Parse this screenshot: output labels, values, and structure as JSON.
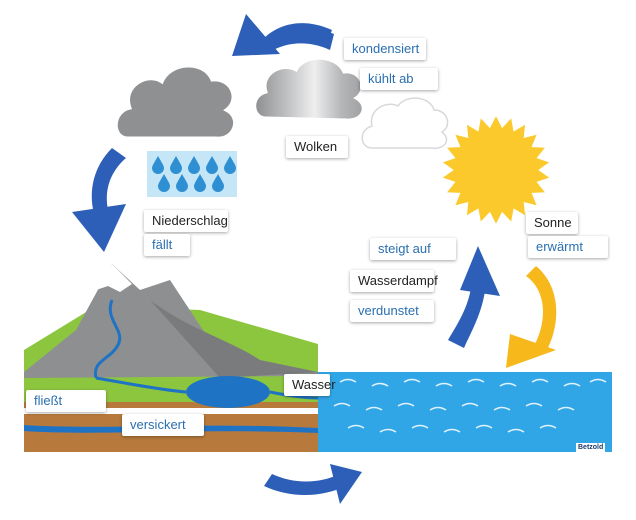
{
  "colors": {
    "arrow_blue": "#2e5fb8",
    "arrow_yellow": "#f6b81a",
    "sun": "#fbc92b",
    "cloud_dark": "#8f9092",
    "cloud_light": "#ffffff",
    "rain_bg": "#c5e6f6",
    "rain_drop": "#2f8fd3",
    "sea": "#31a6e6",
    "grass": "#8cc63f",
    "soil": "#b87a3c",
    "mountain": "#8e8f91",
    "lake": "#1f73c4"
  },
  "labels": {
    "kondensiert": "kondensiert",
    "kuehlt_ab": "kühlt ab",
    "wolken": "Wolken",
    "niederschlag": "Niederschlag",
    "faellt": "fällt",
    "sonne": "Sonne",
    "erwaermt": "erwärmt",
    "steigt_auf": "steigt auf",
    "wasserdampf": "Wasserdampf",
    "verdunstet": "verdunstet",
    "wasser": "Wasser",
    "fliesst": "fließt",
    "versickert": "versickert"
  },
  "brand": "Betzold"
}
